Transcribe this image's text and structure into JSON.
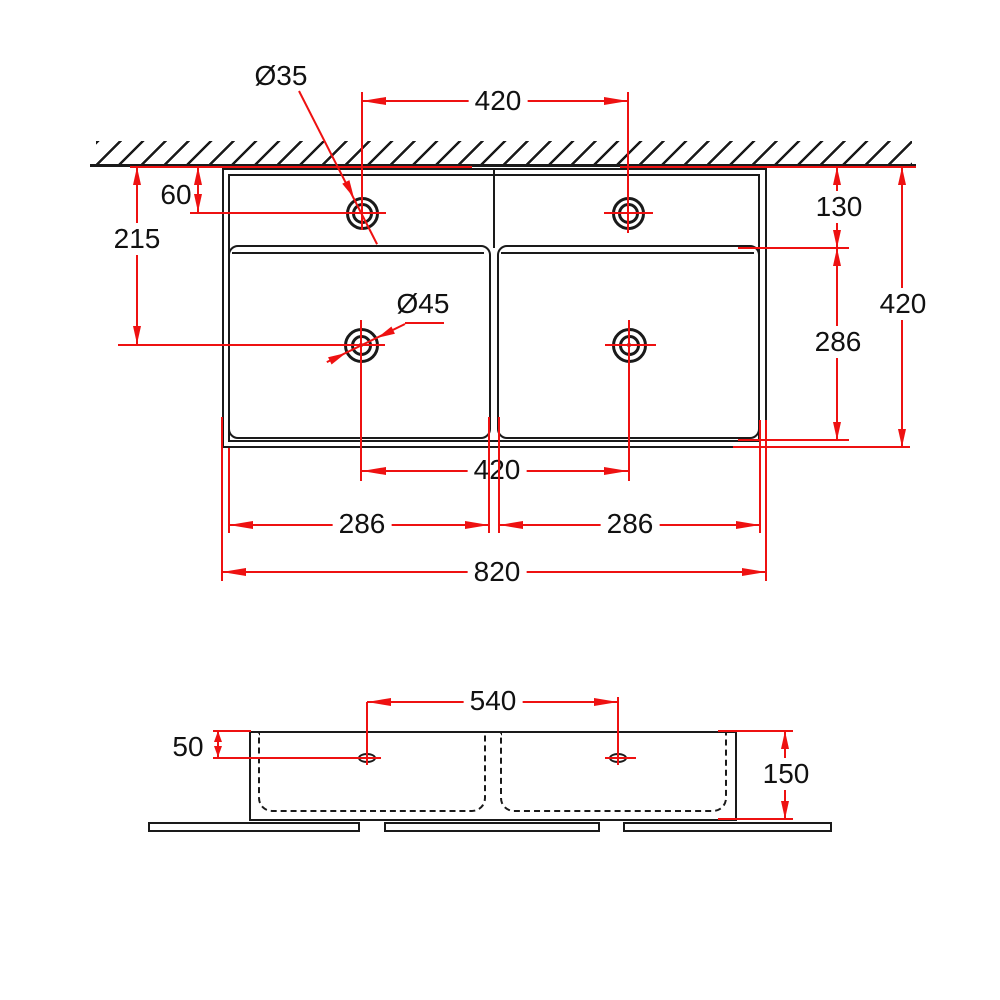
{
  "colors": {
    "dimension_red": "#ee1111",
    "line_black": "#1a1a1a",
    "background": "#ffffff",
    "text": "#111111"
  },
  "top_view": {
    "faucet_hole_diameter": "Ø35",
    "drain_hole_diameter": "Ø45",
    "faucet_hole_spacing": "420",
    "faucet_offset_from_wall": "60",
    "drain_offset_from_wall": "215",
    "deck_depth_to_bowl": "130",
    "bowl_front_depth": "286",
    "overall_depth": "420",
    "drain_hole_spacing": "420",
    "left_bowl_width": "286",
    "right_bowl_width": "286",
    "overall_width": "820"
  },
  "front_view": {
    "hole_spacing": "540",
    "hole_offset_from_top": "50",
    "body_height": "150"
  }
}
